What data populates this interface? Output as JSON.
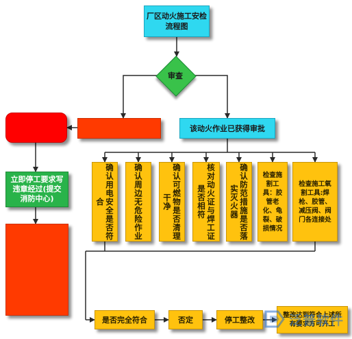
{
  "flowchart": {
    "title": "厂区动火施工安检流程图",
    "decision": "审查",
    "approved": "该动火作业已获得审批",
    "stop_notice": "立即停工要求写违章经过(提交消防中心)",
    "checks": [
      "确认用电安全是否符合",
      "确认周边无危险作业",
      "确认可燃物是否清理干净",
      "核对动火证与焊工证是否相符",
      "确认防范措施是否落实灭火器",
      "检查施割工具：胶管老化、龟裂、破损情况",
      "检查施工氧割工具:焊枪、胶管、减压阀、阀门各连接处"
    ],
    "compliance": "是否完全符合",
    "negative": "否定",
    "halt": "停工整改",
    "resume": "整改达到符合上述所有要求方可开工"
  },
  "watermark": {
    "text": "泛普软件"
  },
  "colors": {
    "cyan": "#2fd8f0",
    "green": "#29b34a",
    "yellow": "#ffc20e",
    "red": "#ff0000",
    "line": "#2a2a2a"
  }
}
